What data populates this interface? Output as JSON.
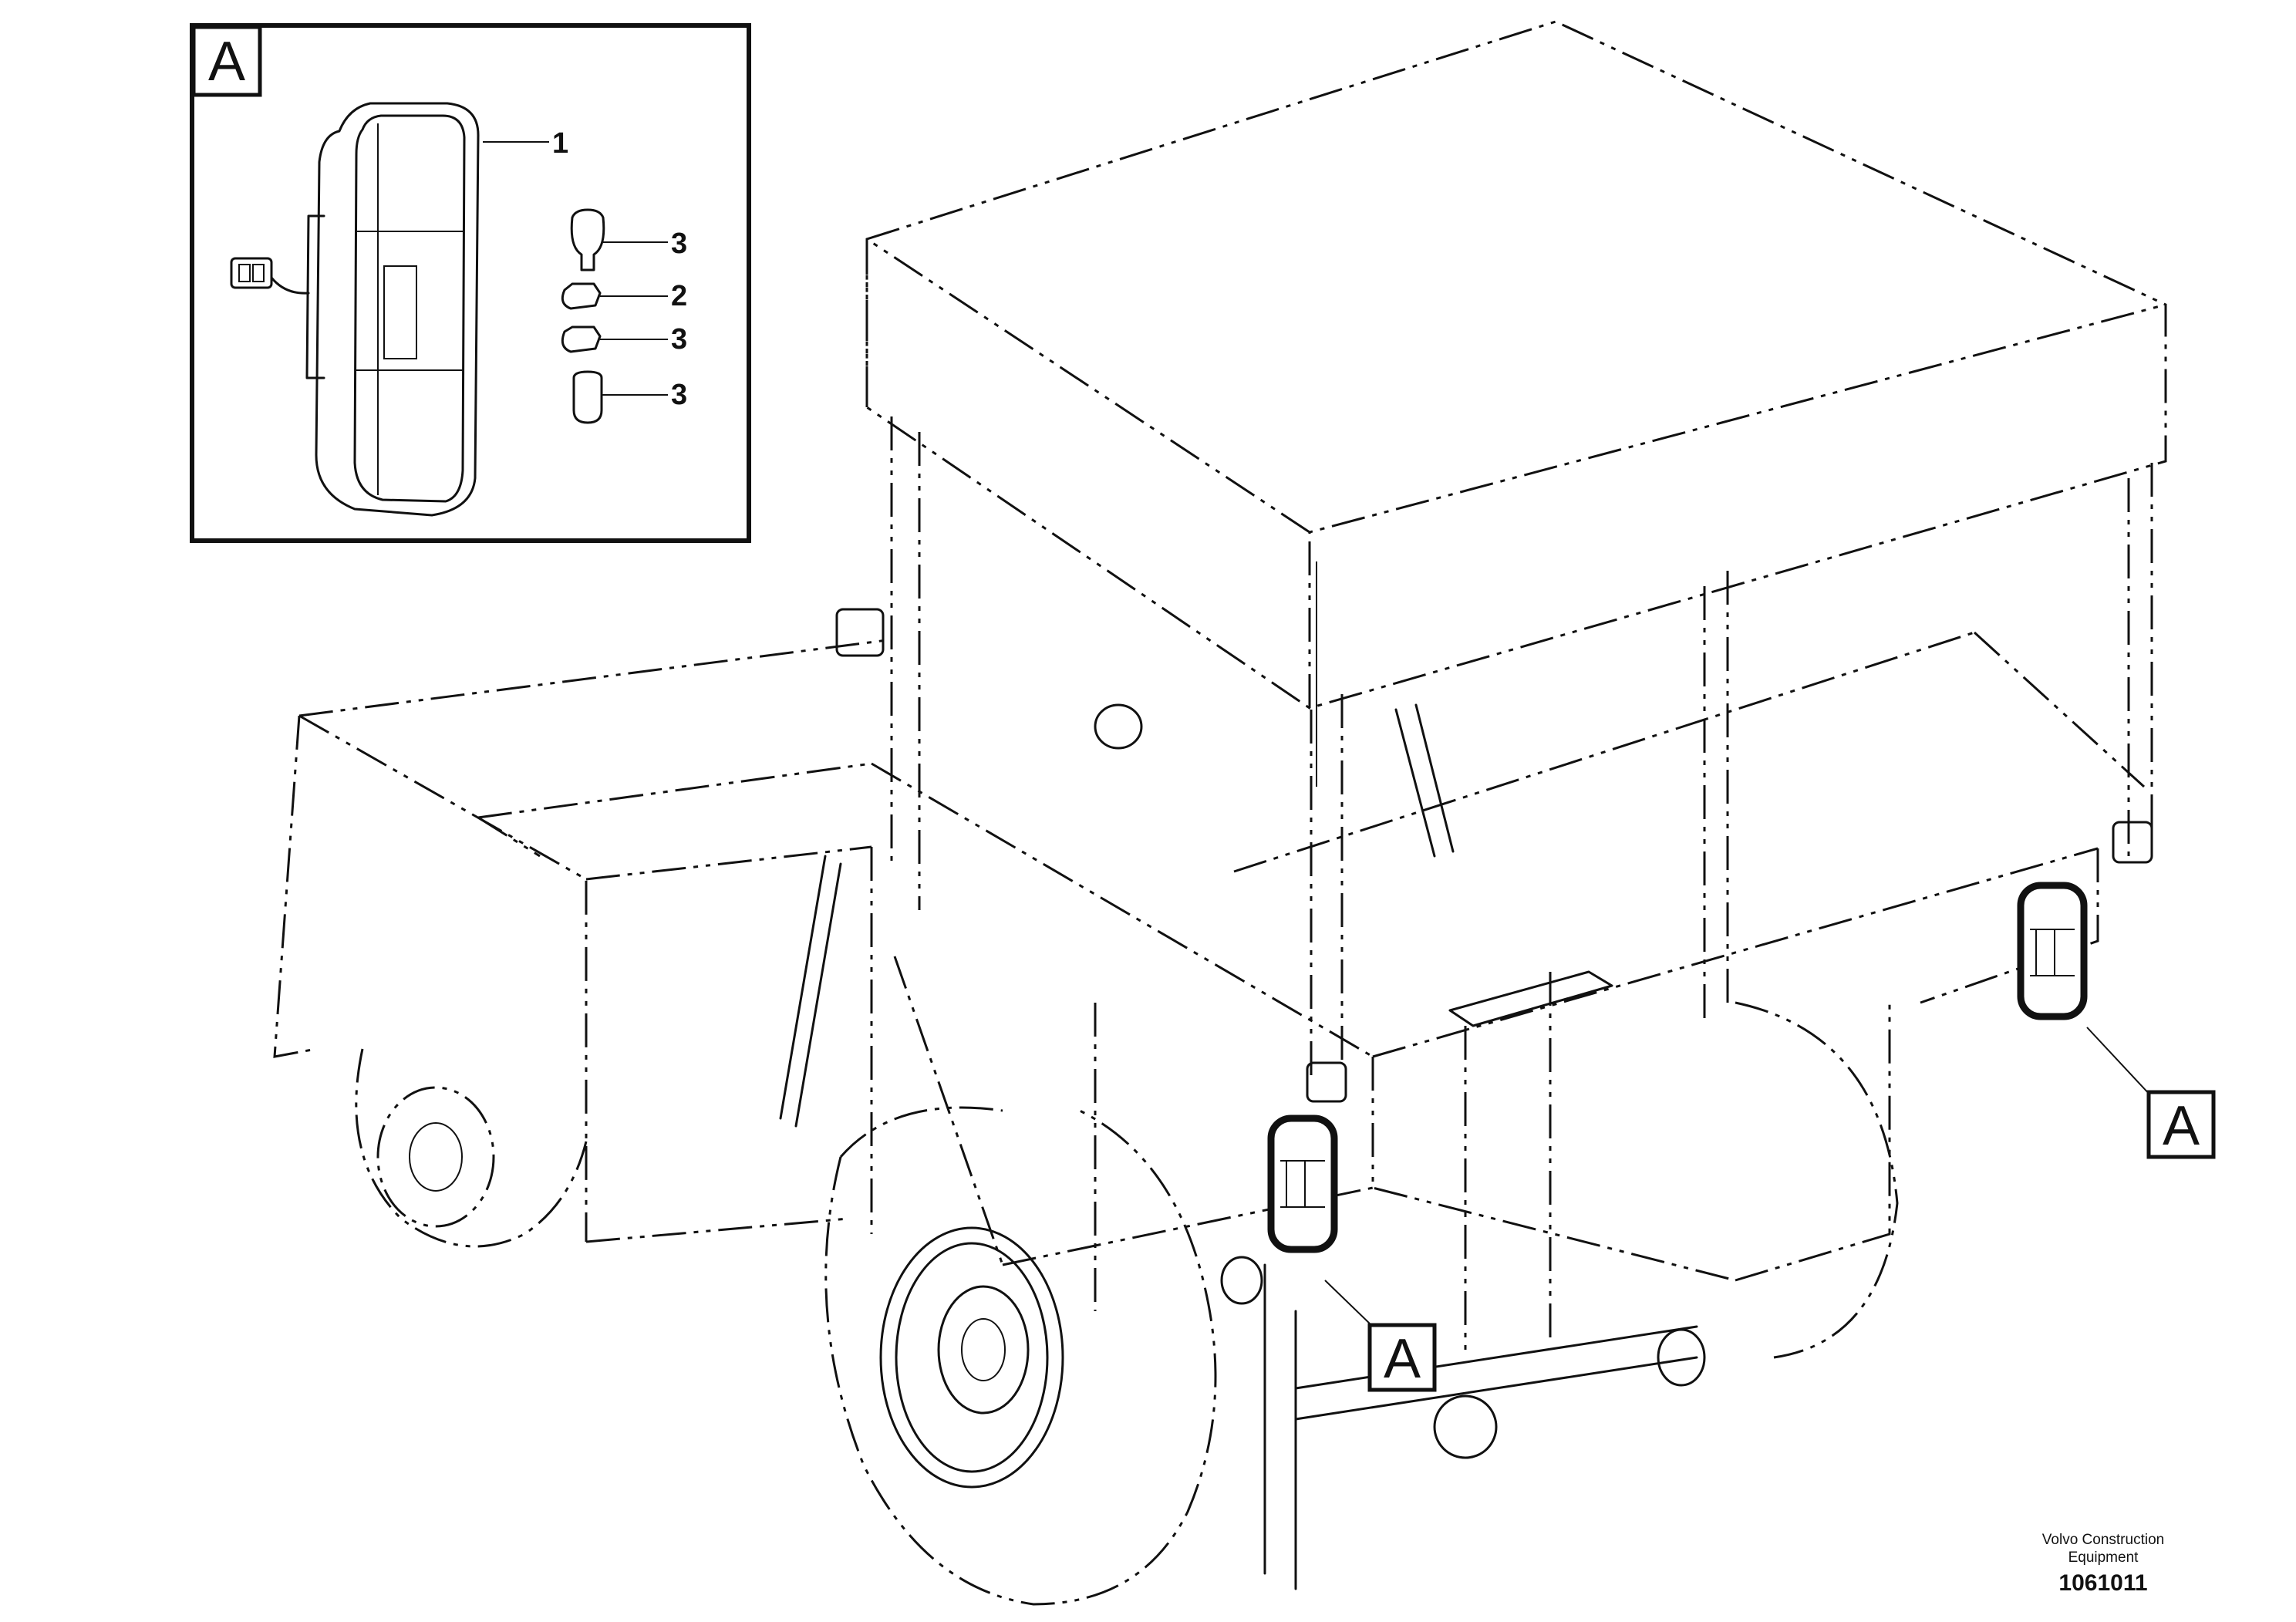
{
  "detail_view": {
    "label": "A",
    "callouts": [
      {
        "ref": "1"
      },
      {
        "ref": "3"
      },
      {
        "ref": "2"
      },
      {
        "ref": "3"
      },
      {
        "ref": "3"
      }
    ]
  },
  "view_markers": [
    "A",
    "A"
  ],
  "credit": {
    "line1": "Volvo Construction",
    "line2": "Equipment"
  },
  "figure_number": "1061011"
}
